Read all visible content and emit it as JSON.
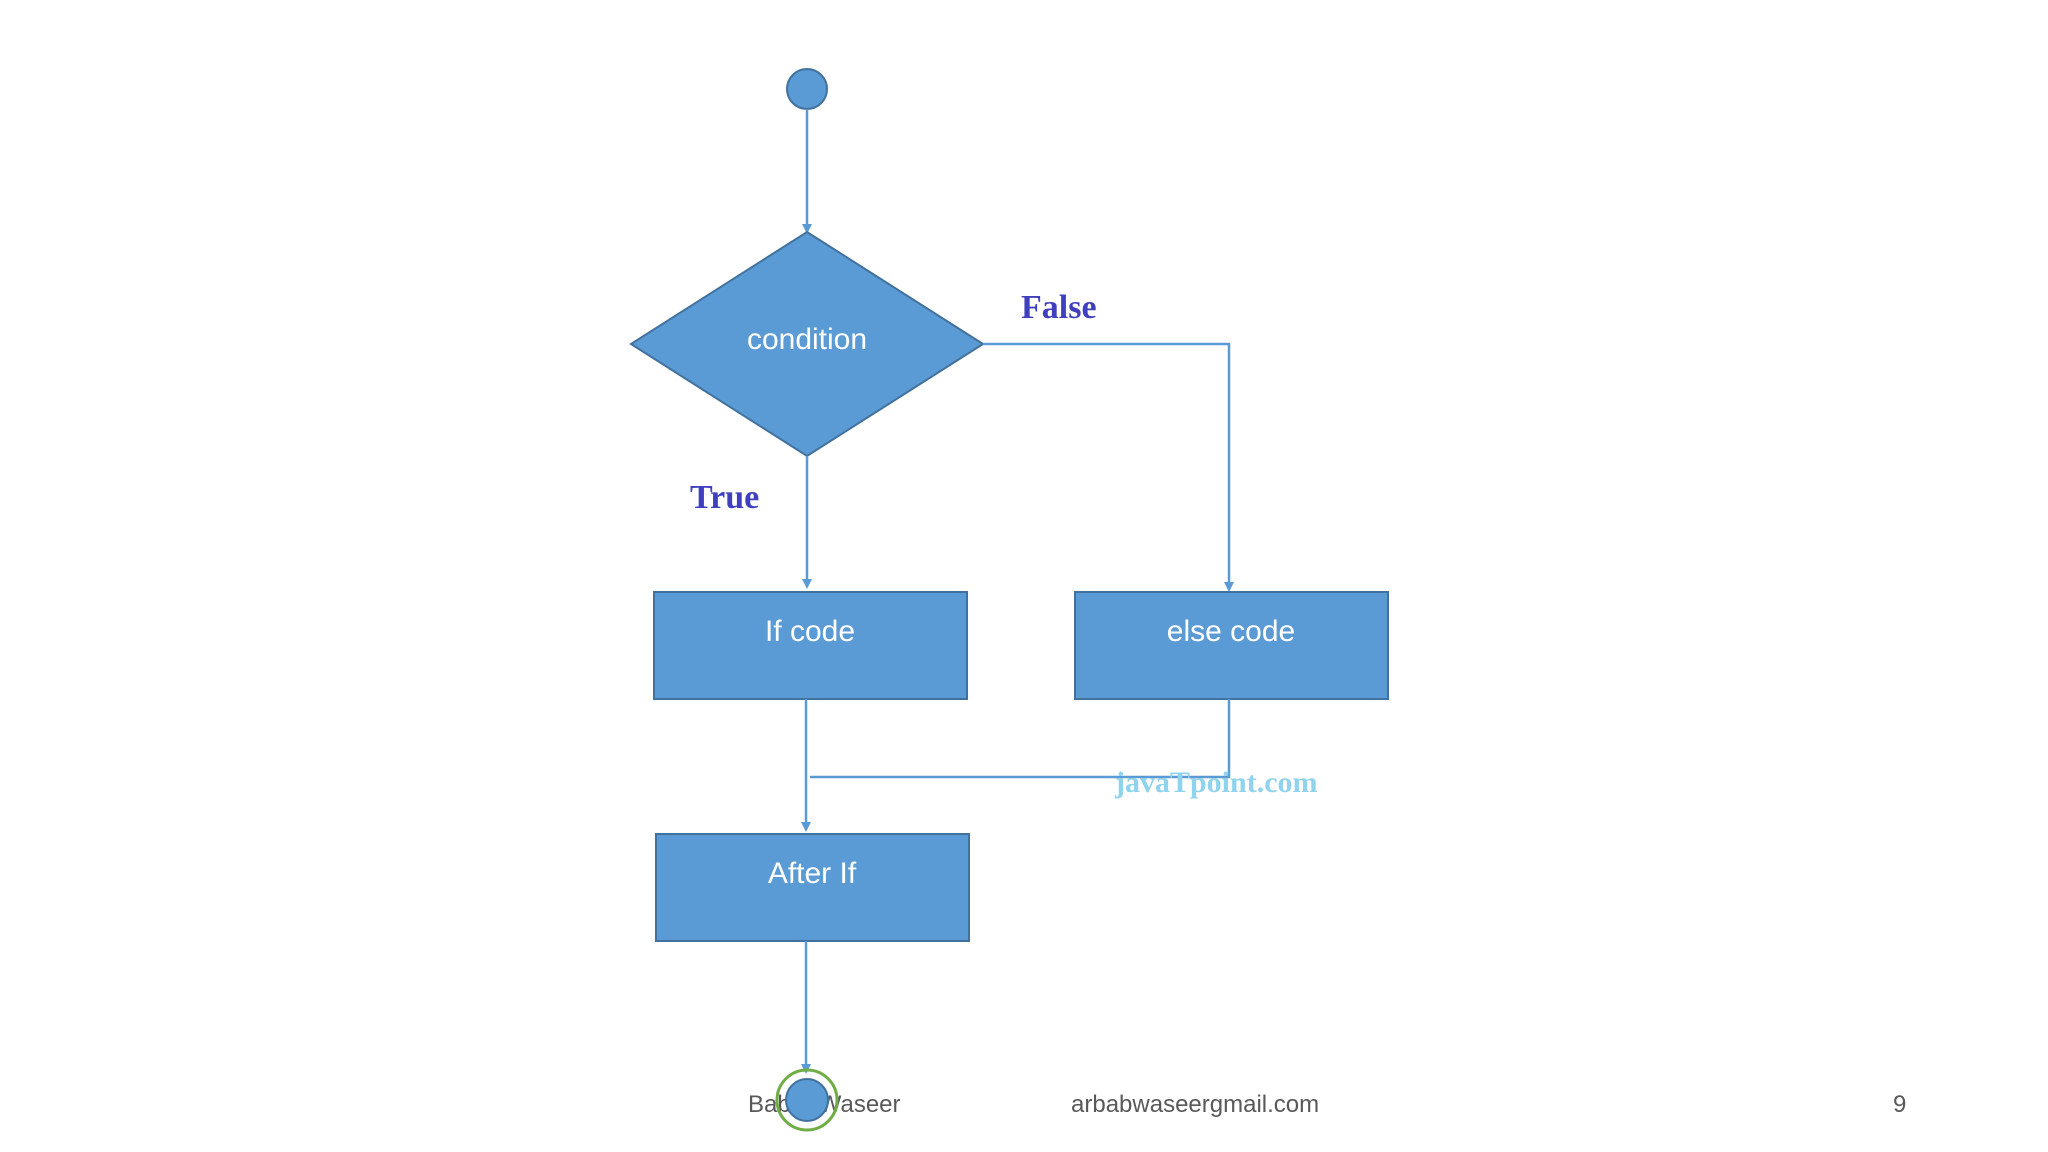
{
  "colors": {
    "shape_fill": "#5b9bd5",
    "shape_stroke": "#41719c",
    "connector": "#5b9bd5",
    "edge_label": "#3f3fbf",
    "watermark": "#8fd3ec",
    "end_ring": "#70ad47",
    "footer_text": "#595959"
  },
  "diagram": {
    "nodes": {
      "decision": "condition",
      "if_block": "If code",
      "else_block": "else code",
      "after_block": "After If"
    },
    "edges": {
      "false_label": "False",
      "true_label": "True"
    },
    "watermark": "javaTpoint.com"
  },
  "footer": {
    "author": "Babar Waseer",
    "email": "arbabwaseergmail.com",
    "page_number": "9"
  }
}
